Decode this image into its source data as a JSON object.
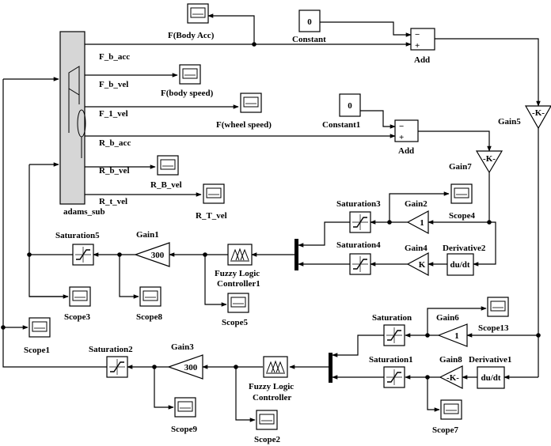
{
  "blocks": {
    "adams_sub": "adams_sub",
    "ports": [
      "F_b_acc",
      "F_b_vel",
      "F_1_vel",
      "R_b_acc",
      "R_b_vel",
      "R_t_vel"
    ],
    "scope_body_acc": "F(Body Acc)",
    "scope_body_speed": "F(body speed)",
    "scope_wheel_speed": "F(wheel speed)",
    "scope_rb_vel": "R_B_vel",
    "scope_rt_vel": "R_T_vel",
    "constant": {
      "label": "Constant",
      "value": "0"
    },
    "constant1": {
      "label": "Constant1",
      "value": "0"
    },
    "add": "Add",
    "add1": "Add",
    "add_signs": [
      "−",
      "+"
    ],
    "gain5": {
      "label": "Gain5",
      "value": "-K-"
    },
    "gain7": {
      "label": "Gain7",
      "value": "-K-"
    },
    "gain2": {
      "label": "Gain2",
      "value": "1"
    },
    "gain4": {
      "label": "Gain4",
      "value": "K"
    },
    "gain1": {
      "label": "Gain1",
      "value": "300"
    },
    "gain3": {
      "label": "Gain3",
      "value": "300"
    },
    "gain6": {
      "label": "Gain6",
      "value": "1"
    },
    "gain8": {
      "label": "Gain8",
      "value": "-K-"
    },
    "saturation": "Saturation",
    "saturation1": "Saturation1",
    "saturation2": "Saturation2",
    "saturation3": "Saturation3",
    "saturation4": "Saturation4",
    "saturation5": "Saturation5",
    "derivative1": {
      "label": "Derivative1",
      "value": "du/dt"
    },
    "derivative2": {
      "label": "Derivative2",
      "value": "du/dt"
    },
    "flc1": [
      "Fuzzy Logic",
      "Controller1"
    ],
    "flc": [
      "Fuzzy Logic",
      "Controller"
    ],
    "scope": "Scope1",
    "scope2": "Scope2",
    "scope3": "Scope3",
    "scope4": "Scope4",
    "scope5": "Scope5",
    "scope7": "Scope7",
    "scope8": "Scope8",
    "scope9": "Scope9",
    "scope13": "Scope13"
  }
}
